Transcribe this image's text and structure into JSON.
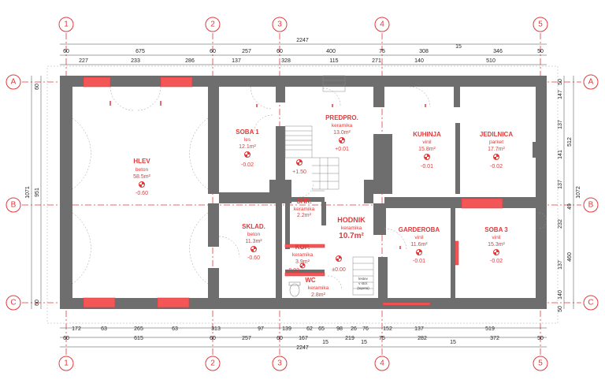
{
  "axes": {
    "columns": [
      "1",
      "2",
      "3",
      "4",
      "5"
    ],
    "rows": [
      "A",
      "B",
      "C"
    ]
  },
  "dims": {
    "top_total": "2247",
    "top_row1": [
      "60",
      "675",
      "60",
      "257",
      "60",
      "400",
      "75",
      "308",
      "15",
      "346",
      "50"
    ],
    "top_row2": [
      "227",
      "233",
      "286",
      "137",
      "328",
      "115",
      "271",
      "140",
      "510"
    ],
    "bottom_row1": [
      "172",
      "63",
      "265",
      "63",
      "313",
      "97",
      "139",
      "62",
      "65",
      "98",
      "26",
      "76",
      "152",
      "137",
      "519"
    ],
    "bottom_row2": [
      "60",
      "615",
      "60",
      "257",
      "60",
      "167",
      "15",
      "219",
      "15",
      "75",
      "282",
      "15",
      "372",
      "50"
    ],
    "bottom_total": "2247",
    "left_outer": "1071",
    "left_inner": "951",
    "left_top": "60",
    "left_bottom": "60",
    "right_outer": "1072",
    "right_inner": "512",
    "right_col": [
      "50",
      "147",
      "137",
      "141",
      "137",
      "49",
      "232",
      "460",
      "137",
      "140",
      "50"
    ]
  },
  "rooms": [
    {
      "name": "HLEV",
      "material": "beton",
      "area": "58.5m²",
      "elevation": "-0.60"
    },
    {
      "name": "SOBA 1",
      "material": "les",
      "area": "12.1m²",
      "elevation": "-0.02"
    },
    {
      "name": "PREDPRO.",
      "material": "keramika",
      "area": "13.0m²",
      "elevation": "+0.01"
    },
    {
      "name": "KUHINJA",
      "material": "vinil",
      "area": "15.8m²",
      "elevation": "-0.01"
    },
    {
      "name": "JEDILNICA",
      "material": "parket",
      "area": "17.7m²",
      "elevation": "-0.02"
    },
    {
      "name": "SHR.",
      "material": "keramika",
      "area": "2.2m²",
      "elevation": ""
    },
    {
      "name": "HODNIK",
      "material": "keramika",
      "area": "10.7m²",
      "elevation": "±0.00"
    },
    {
      "name": "SKLAD.",
      "material": "beton",
      "area": "11.3m²",
      "elevation": "-0.60"
    },
    {
      "name": "KOP.",
      "material": "keramika",
      "area": "3.9m²",
      "elevation": "-0.02"
    },
    {
      "name": "WC",
      "material": "keramika",
      "area": "2.8m²",
      "elevation": ""
    },
    {
      "name": "GARDEROBA",
      "material": "vinil",
      "area": "11.6m²",
      "elevation": "-0.01"
    },
    {
      "name": "SOBA 3",
      "material": "vinil",
      "area": "15.3m²",
      "elevation": "-0.02"
    }
  ],
  "stair_level": "+1.50",
  "stair_note": [
    "lestev",
    "v stol.",
    "(tapeta)"
  ],
  "colors": {
    "accent": "#e23a3a",
    "wall": "#6e6e6e",
    "fill": "#f25656"
  }
}
